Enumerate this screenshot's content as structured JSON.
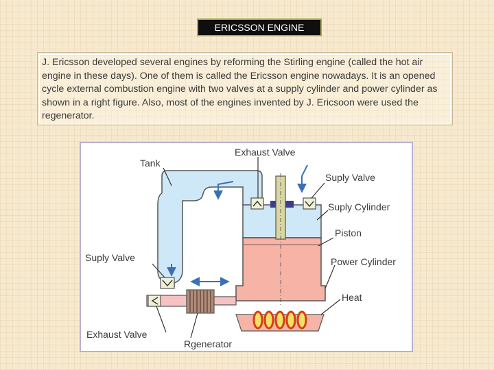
{
  "slide": {
    "title": "ERICSSON ENGINE",
    "description": "J. Ericsson developed several engines by reforming the Stirling engine (called the hot air engine in these days). One of them is called the Ericsson engine nowadays. It is an opened cycle external combustion engine with two valves at a supply cylinder and power cylinder as shown in a right figure. Also, most of the engines invented by J. Ericsoon were used the regenerator."
  },
  "diagram": {
    "labels": {
      "exhaust_valve_top": "Exhaust Valve",
      "tank": "Tank",
      "suply_valve_right": "Suply Valve",
      "suply_cylinder": "Suply Cylinder",
      "piston": "Piston",
      "suply_valve_left": "Suply Valve",
      "power_cylinder": "Power Cylinder",
      "heat": "Heat",
      "exhaust_valve_bottom": "Exhaust Valve",
      "regenerator": "Rgenerator"
    },
    "colors": {
      "tank_fill": "#cfe8f7",
      "power_fill": "#f6b3a6",
      "piston_rod": "#d9d6a0",
      "flame": "#d64010",
      "valve_fill": "#f0f0d8",
      "regenerator": "#b08c7a"
    }
  }
}
